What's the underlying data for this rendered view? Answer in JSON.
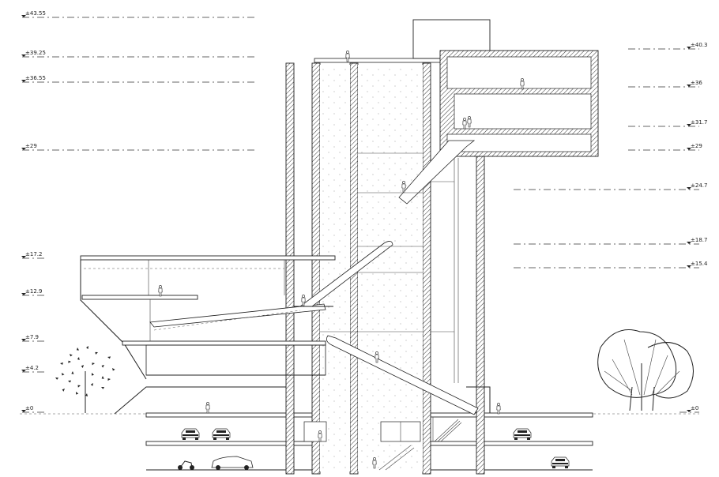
{
  "drawing": {
    "left_levels": [
      "±43.55",
      "±39.25",
      "±36.55",
      "±29",
      "±17.2",
      "±12.9",
      "±7.9",
      "±4.2",
      "±0"
    ],
    "right_levels": [
      "±40.3",
      "±36",
      "±31.7",
      "±29",
      "±24.7",
      "±18.7",
      "±15.4",
      "±0"
    ]
  }
}
